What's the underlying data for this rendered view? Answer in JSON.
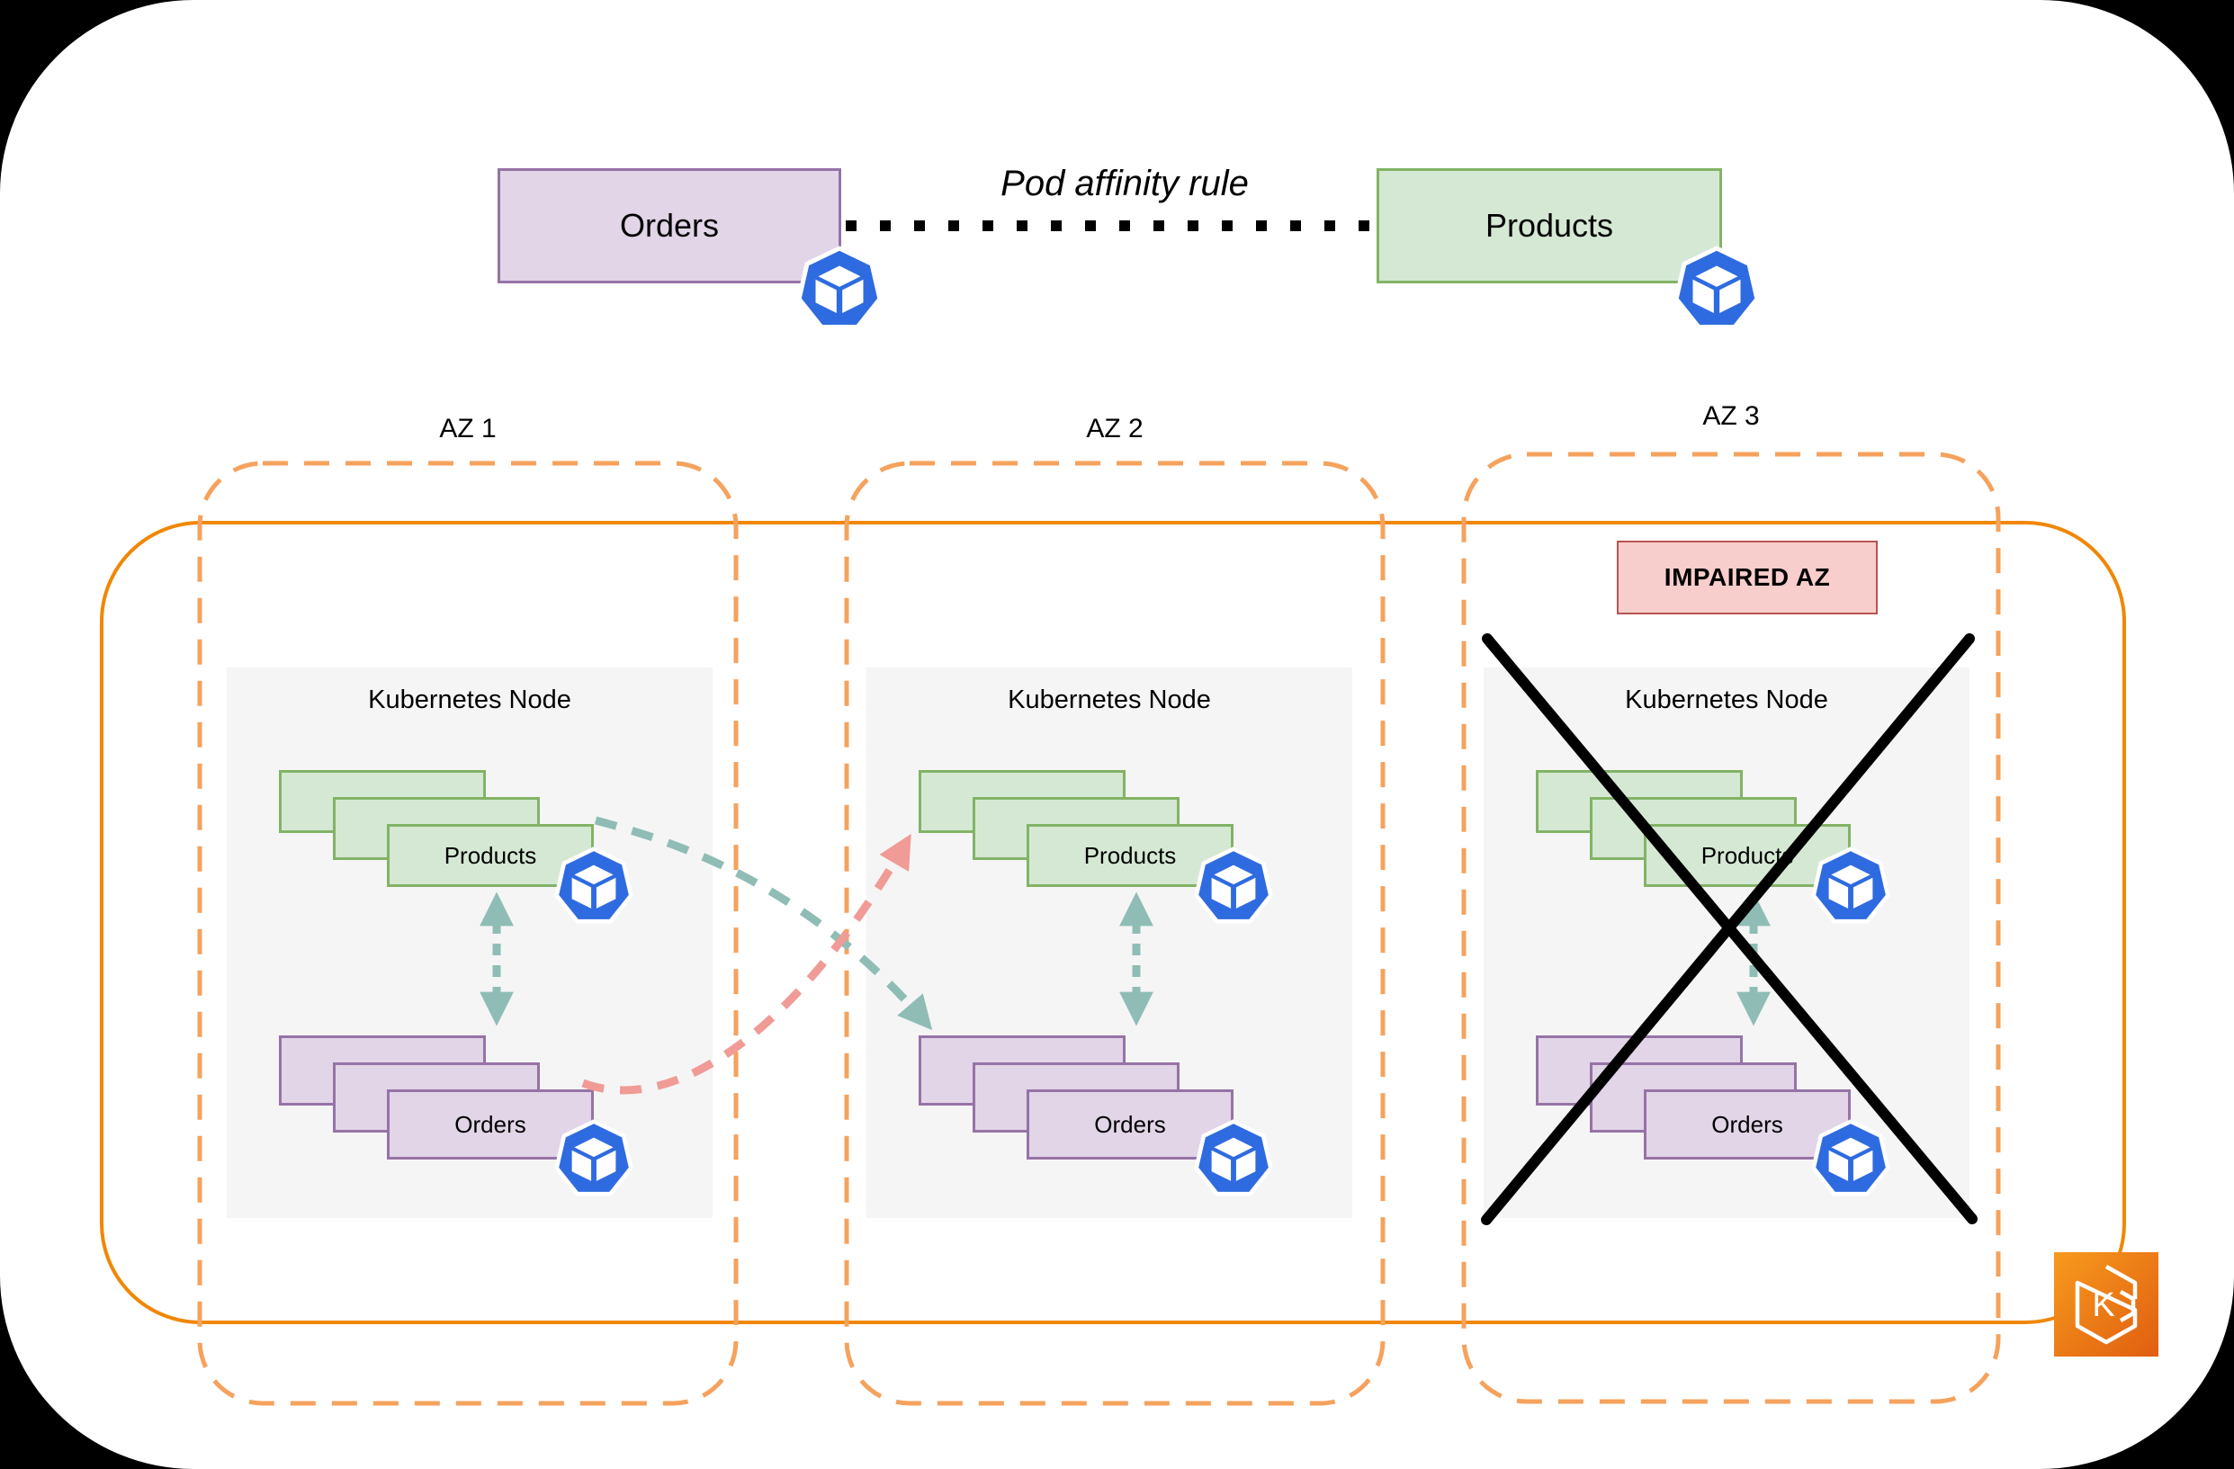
{
  "colors": {
    "page-bg": "#000000",
    "card-bg": "#ffffff",
    "text": "#000000",
    "purple-fill": "#E1D5E7",
    "purple-stroke": "#9673A6",
    "green-fill": "#D5E8D4",
    "green-stroke": "#82B366",
    "node-fill": "#F5F5F5",
    "az-dash-orange": "#F5A25D",
    "cluster-orange": "#F08705",
    "badge-fill": "#F8CECC",
    "badge-stroke": "#B85450",
    "teal-arrow": "#8FBDB6",
    "pink-arrow": "#F09B96",
    "k8s-blue": "#2F6BE0",
    "eks-grad-top": "#F79A1D",
    "eks-grad-bottom": "#E05E10"
  },
  "legend": {
    "orders_label": "Orders",
    "products_label": "Products",
    "affinity_label": "Pod affinity rule"
  },
  "azs": [
    {
      "label": "AZ 1",
      "node_title": "Kubernetes Node",
      "products_label": "Products",
      "orders_label": "Orders"
    },
    {
      "label": "AZ 2",
      "node_title": "Kubernetes Node",
      "products_label": "Products",
      "orders_label": "Orders"
    },
    {
      "label": "AZ 3",
      "node_title": "Kubernetes Node",
      "products_label": "Products",
      "orders_label": "Orders",
      "impaired_label": "IMPAIRED AZ"
    }
  ],
  "icons": {
    "pod": "kubernetes-pod",
    "eks": "amazon-eks",
    "eks_letter": "K"
  }
}
